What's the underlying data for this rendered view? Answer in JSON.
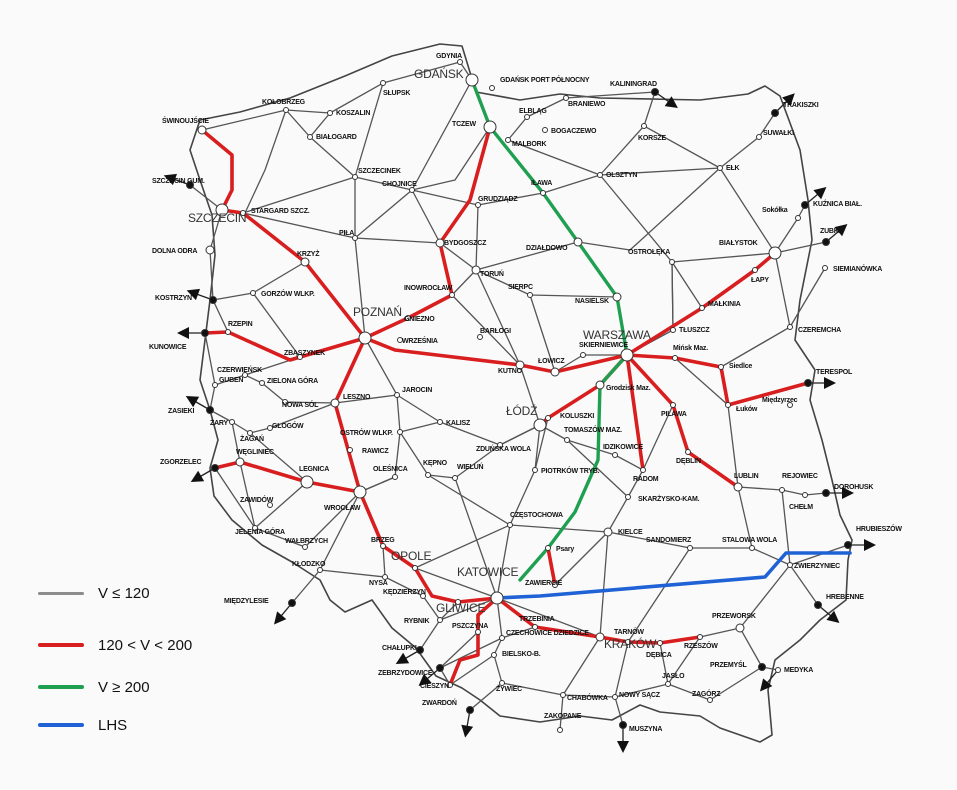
{
  "legend": [
    {
      "label": "V ≤ 120",
      "color": "#8c8c8c"
    },
    {
      "label": "120 < V < 200",
      "color": "#d81e1e"
    },
    {
      "label": "V ≥ 200",
      "color": "#1fa050"
    },
    {
      "label": "LHS",
      "color": "#1f62d6"
    }
  ],
  "colors": {
    "conventional": "#555555",
    "upgraded": "#d81e1e",
    "high_speed": "#1fa050",
    "lhs": "#1f62d6",
    "border": "#444444"
  },
  "cities": {
    "gdynia": "GDYNIA",
    "gdansk": "GDAŃSK",
    "port": "GDAŃSK PORT PÓŁNOCNY",
    "slupsk": "SŁUPSK",
    "kolobrzeg": "KOŁOBRZEG",
    "koszalin": "KOSZALIN",
    "swinoujscie": "ŚWINOUJŚCIE",
    "bialogard": "BIAŁOGARD",
    "szczecinek": "SZCZECINEK",
    "tczew": "TCZEW",
    "malbork": "MALBORK",
    "elblag": "ELBLĄG",
    "braniewo": "BRANIEWO",
    "bogaczewo": "BOGACZEWO",
    "kaliningrad": "KALININGRAD",
    "korsze": "KORSZE",
    "olsztyn": "OLSZTYN",
    "ilawa": "IŁAWA",
    "elk": "EŁK",
    "suwalki": "SUWAŁKI",
    "trakiszki": "TRAKISZKI",
    "sokolka": "Sokółka",
    "kuznica": "KUŹNICA BIAŁ.",
    "zubki": "ZUBKI",
    "siemianowka": "SIEMIANÓWKA",
    "bialystok": "BIAŁYSTOK",
    "lapy": "ŁAPY",
    "ostroleka": "OSTROŁĘKA",
    "tluszcz": "TŁUSZCZ",
    "malkinia": "MAŁKINIA",
    "czeremcha": "CZEREMCHA",
    "szczecin": "SZCZECIN",
    "stargard": "STARGARD SZCZ.",
    "gumience": "SZCZECIN GUM.",
    "dolnaodra": "DOLNA ODRA",
    "kostrzyn": "KOSTRZYN",
    "kunowice": "KUNOWICE",
    "rzepin": "RZEPIN",
    "pila": "PIŁA",
    "chojnice": "CHOJNICE",
    "bydgoszcz": "BYDGOSZCZ",
    "torun": "TORUŃ",
    "grudziadz": "GRUDZIĄDZ",
    "dzialdowo": "DZIAŁDOWO",
    "nasielsk": "NASIELSK",
    "sierpc": "SIERPC",
    "inowroclaw": "INOWROCŁAW",
    "poznan": "POZNAŃ",
    "gniezno": "GNIEZNO",
    "wrzesnia": "WRZEŚNIA",
    "krzyz": "KRZYŻ",
    "gorzow": "GORZÓW WLKP.",
    "zbaszynek": "ZBĄSZYNEK",
    "czerwiensk": "CZERWIEŃSK",
    "zielonagora": "ZIELONA GÓRA",
    "guben": "GUBEN",
    "zasieki": "ZASIEKI",
    "zary": "ŻARY",
    "zagan": "ŻAGAŃ",
    "glogow": "GŁOGÓW",
    "nowasol": "NOWA SÓL",
    "leszno": "LESZNO",
    "jarocin": "JAROCIN",
    "kalisz": "KALISZ",
    "ostrow": "OSTRÓW WLKP.",
    "rawicz": "RAWICZ",
    "olesnica": "OLEŚNICA",
    "kepno": "KĘPNO",
    "wielun": "WIELUŃ",
    "zdunska": "ZDUŃSKA WOLA",
    "kutno": "KUTNO",
    "barlogi": "BARŁOGI",
    "lowicz": "ŁOWICZ",
    "lodz": "ŁÓDŹ",
    "koluszki": "KOLUSZKI",
    "piotrkow": "PIOTRKÓW TRYB.",
    "tomaszow": "TOMASZÓW MAZ.",
    "skierniewice": "SKIERNIEWICE",
    "warszawa": "WARSZAWA",
    "grodzisk": "Grodzisk Maz.",
    "minsk": "Mińsk Maz.",
    "siedlce": "Siedlce",
    "lukow": "Łuków",
    "miedzyrzec": "Międzyrzec",
    "terespol": "TERESPOL",
    "pilawa": "PILAWA",
    "deblin": "DĘBLIN",
    "radom": "RADOM",
    "idzikowice": "IDZIKOWICE",
    "lublin": "LUBLIN",
    "rejowiec": "REJOWIEC",
    "chelm": "CHEŁM",
    "dorohusk": "DOROHUSK",
    "skarzysko": "SKARŻYSKO-KAM.",
    "kielce": "KIELCE",
    "czestochowa": "CZĘSTOCHOWA",
    "psary": "Psary",
    "zawiercie": "ZAWIERCIE",
    "sandomierz": "SANDOMIERZ",
    "stalowawola": "STALOWA WOLA",
    "zwierzyniec": "ZWIERZYNIEC",
    "hrubieszow": "HRUBIESZÓW",
    "hrebenne": "HREBENNE",
    "przeworsk": "PRZEWORSK",
    "przemysl": "PRZEMYŚL",
    "medyka": "MEDYKA",
    "rzeszow": "RZESZÓW",
    "debica": "DĘBICA",
    "tarnow": "TARNÓW",
    "krakow": "KRAKÓW",
    "trzebinia": "TRZEBINIA",
    "katowice": "KATOWICE",
    "opole": "OPOLE",
    "brzeg": "BRZEG",
    "wroclaw": "WROCŁAW",
    "legnica": "LEGNICA",
    "wegliniec": "WĘGLINIEC",
    "zgorzelec": "ZGORZELEC",
    "zawidow": "ZAWIDÓW",
    "jeleniagora": "JELENIA GÓRA",
    "walbrzych": "WAŁBRZYCH",
    "klodzko": "KŁODZKO",
    "miedzylesie": "MIĘDZYLESIE",
    "nysa": "NYSA",
    "gliwice": "GLIWICE",
    "kedzierzyn": "KĘDZIERZYN",
    "rybnik": "RYBNIK",
    "chalupki": "CHAŁUPKI",
    "zebrzydowice": "ZEBRZYDOWICE",
    "cieszyn": "CIESZYN",
    "zwardon": "ZWARDOŃ",
    "zywiec": "ŻYWIEC",
    "czechowice": "CZECHOWICE DZIEDZICE",
    "bielsko": "BIELSKO-B.",
    "pszczyna": "PSZCZYNA",
    "chabowka": "CHABÓWKA",
    "zakopane": "ZAKOPANE",
    "nowysacz": "NOWY SĄCZ",
    "muszyna": "MUSZYNA",
    "jaslo": "JASŁO",
    "zagorz": "ZAGÓRZ"
  }
}
